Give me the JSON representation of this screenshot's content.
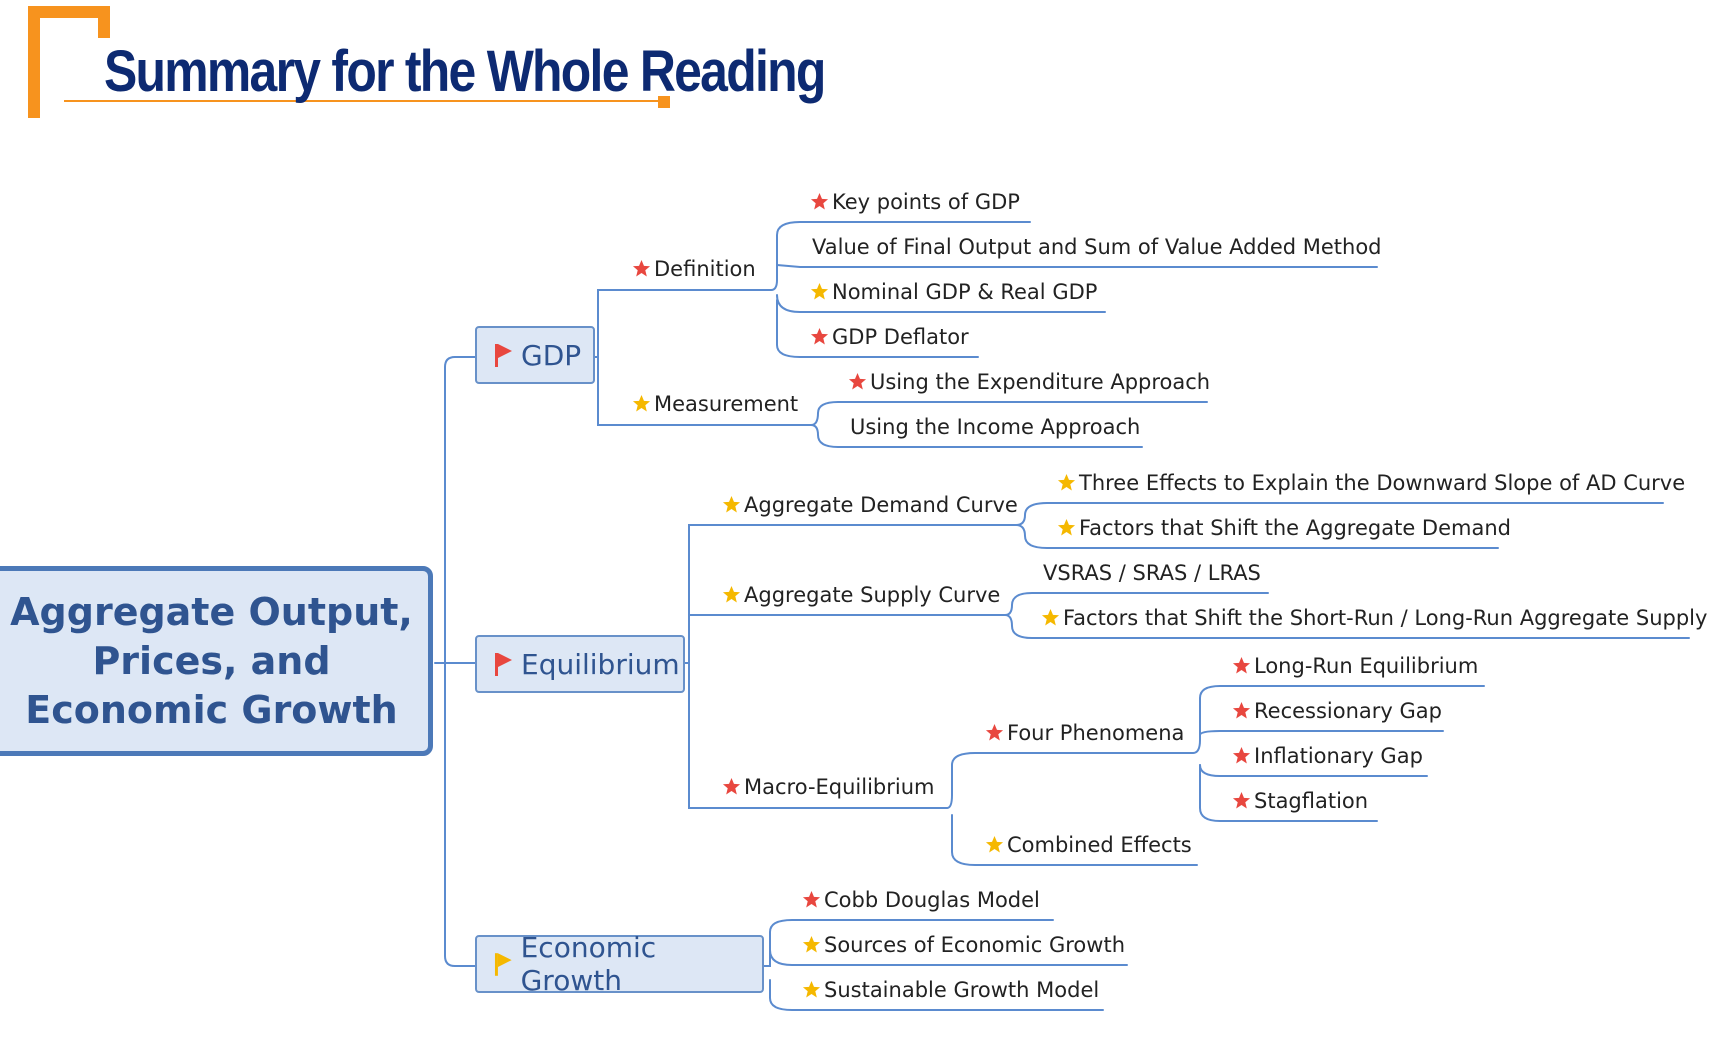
{
  "slide": {
    "title": "Summary for the Whole Reading"
  },
  "colors": {
    "accent_orange": "#f7931e",
    "title_navy": "#0d2a72",
    "node_fill": "#dde7f5",
    "node_border": "#4c79b8",
    "line_blue": "#5b8bcf",
    "star_red": "#e8473f",
    "star_gold": "#f5b800"
  },
  "mindmap": {
    "root": {
      "line1": "Aggregate Output,",
      "line2": "Prices, and",
      "line3": "Economic Growth"
    },
    "gdp": {
      "label": "GDP",
      "flag": "red",
      "definition": {
        "label": "Definition",
        "star": "red",
        "items": [
          {
            "label": "Key points of GDP",
            "star": "red"
          },
          {
            "label": "Value of Final Output and Sum of Value Added Method",
            "star": "none"
          },
          {
            "label": "Nominal GDP & Real GDP",
            "star": "gold"
          },
          {
            "label": "GDP Deflator",
            "star": "red"
          }
        ]
      },
      "measurement": {
        "label": "Measurement",
        "star": "gold",
        "items": [
          {
            "label": "Using the Expenditure Approach",
            "star": "red"
          },
          {
            "label": "Using the Income Approach",
            "star": "none"
          }
        ]
      }
    },
    "equilibrium": {
      "label": "Equilibrium",
      "flag": "red",
      "ad_curve": {
        "label": "Aggregate Demand Curve",
        "star": "gold",
        "items": [
          {
            "label": "Three Effects to Explain the Downward Slope of AD Curve",
            "star": "gold"
          },
          {
            "label": "Factors that Shift the Aggregate Demand",
            "star": "gold"
          }
        ]
      },
      "as_curve": {
        "label": "Aggregate Supply Curve",
        "star": "gold",
        "items": [
          {
            "label": "VSRAS / SRAS / LRAS",
            "star": "none"
          },
          {
            "label": "Factors that Shift the Short-Run / Long-Run Aggregate Supply",
            "star": "gold"
          }
        ]
      },
      "macro": {
        "label": "Macro-Equilibrium",
        "star": "red",
        "four_phenomena": {
          "label": "Four Phenomena",
          "star": "red",
          "items": [
            {
              "label": "Long-Run Equilibrium",
              "star": "red"
            },
            {
              "label": "Recessionary Gap",
              "star": "red"
            },
            {
              "label": "Inflationary Gap",
              "star": "red"
            },
            {
              "label": "Stagflation",
              "star": "red"
            }
          ]
        },
        "combined": {
          "label": "Combined Effects",
          "star": "gold"
        }
      }
    },
    "growth": {
      "label": "Economic Growth",
      "flag": "gold",
      "items": [
        {
          "label": "Cobb Douglas Model",
          "star": "red"
        },
        {
          "label": "Sources of Economic Growth",
          "star": "gold"
        },
        {
          "label": "Sustainable Growth Model",
          "star": "gold"
        }
      ]
    }
  }
}
